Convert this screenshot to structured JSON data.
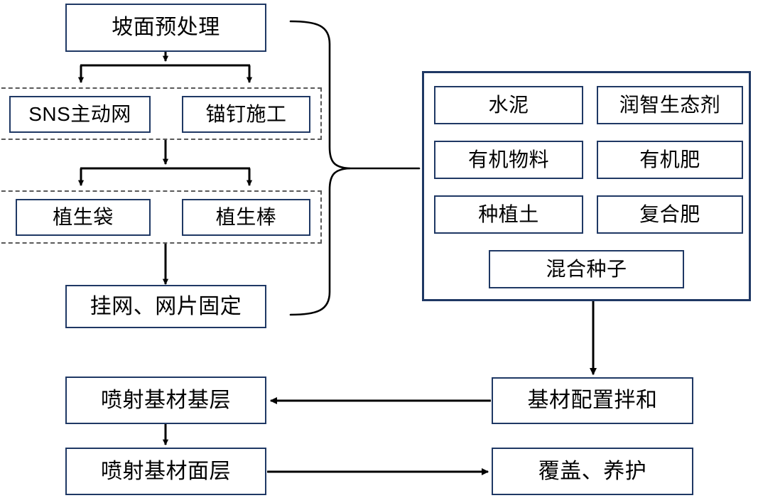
{
  "diagram": {
    "title": "边坡生态修复施工流程图",
    "colors": {
      "node_border": "#1F3864",
      "dashed_border": "#595959",
      "arrow": "#000000",
      "background": "#ffffff"
    },
    "nodes": {
      "slope_pretreatment": "坡面预处理",
      "sns_active_net": "SNS主动网",
      "anchor_construction": "锚钉施工",
      "vegetation_bag": "植生袋",
      "vegetation_stick": "植生棒",
      "net_hanging_fixing": "挂网、网片固定",
      "spray_base_layer": "喷射基材基层",
      "spray_surface_layer": "喷射基材面层",
      "base_material_mixing": "基材配置拌和",
      "cover_maintenance": "覆盖、养护"
    },
    "materials_panel": {
      "items": [
        {
          "key": "cement",
          "label": "水泥"
        },
        {
          "key": "runzhi_eco_agent",
          "label": "润智生态剂"
        },
        {
          "key": "organic_material",
          "label": "有机物料"
        },
        {
          "key": "organic_fertilizer",
          "label": "有机肥"
        },
        {
          "key": "planting_soil",
          "label": "种植土"
        },
        {
          "key": "compound_fertilizer",
          "label": "复合肥"
        },
        {
          "key": "mixed_seeds",
          "label": "混合种子"
        }
      ]
    },
    "groups": {
      "group_anchor": "SNS主动网 / 锚钉施工",
      "group_vegetation": "植生袋 / 植生棒"
    },
    "connectors": {
      "brace_label": "左侧工序汇聚花括号",
      "arrow_panel_to_mixing": "材料→基材配置拌和",
      "arrow_mixing_to_base": "基材配置拌和→喷射基材基层",
      "arrow_base_to_surface": "喷射基材基层→喷射基材面层",
      "arrow_surface_to_cover": "喷射基材面层→覆盖、养护"
    }
  }
}
